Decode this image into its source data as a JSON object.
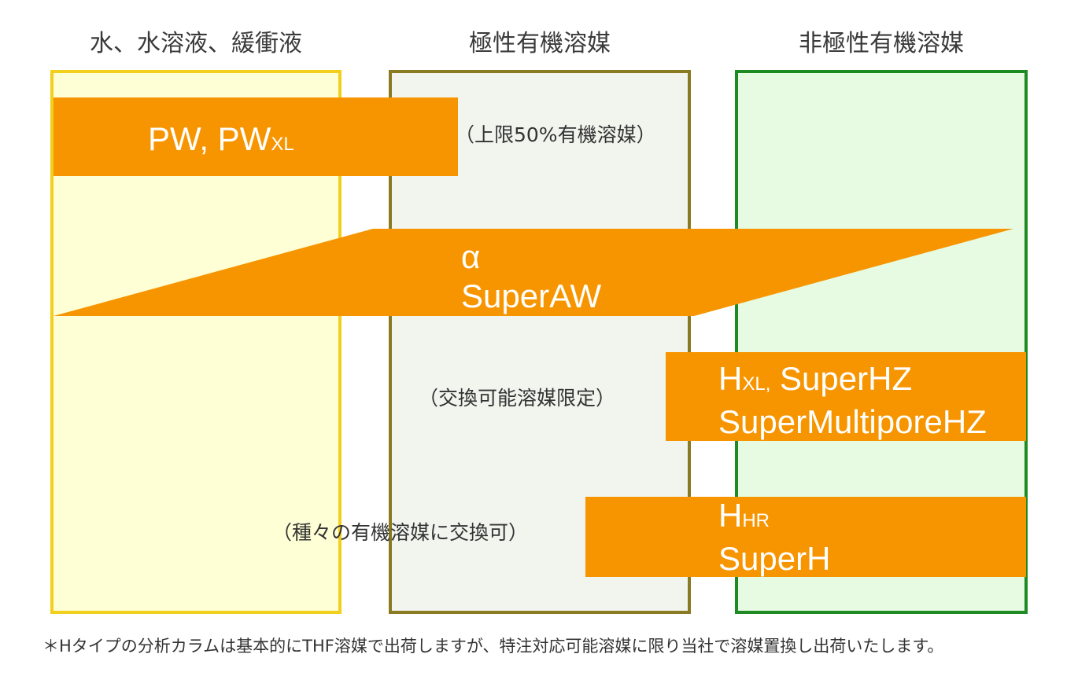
{
  "headers": {
    "water": "水、水溶液、緩衝液",
    "polar": "極性有機溶媒",
    "nonpolar": "非極性有機溶媒"
  },
  "bands": {
    "pw": {
      "main": "PW, PW",
      "sub": "XL"
    },
    "alpha": {
      "line1": "α",
      "line2": "SuperAW"
    },
    "hxl": {
      "h": "H",
      "sub": "XL,",
      "line1_rest": " SuperHZ",
      "line2": "SuperMultiporeHZ"
    },
    "hhr": {
      "h": "H",
      "sub": "HR",
      "line2": "SuperH"
    }
  },
  "notes": {
    "pw_limit": "（上限50%有機溶媒）",
    "hxl_limit": "（交換可能溶媒限定）",
    "hhr_limit": "（種々の有機溶媒に交換可）"
  },
  "footnote": "＊Hタイプの分析カラムは基本的にTHF溶媒で出荷しますが、特注対応可能溶媒に限り当社で溶媒置換し出荷いたします。",
  "colors": {
    "band": "#f79500",
    "water_fill": "#ffffd6",
    "water_border": "#f2cf1c",
    "polar_fill": "#f2f4ee",
    "polar_border": "#8a7a22",
    "nonpolar_fill": "#e6fbe2",
    "nonpolar_border": "#1e8a23"
  }
}
